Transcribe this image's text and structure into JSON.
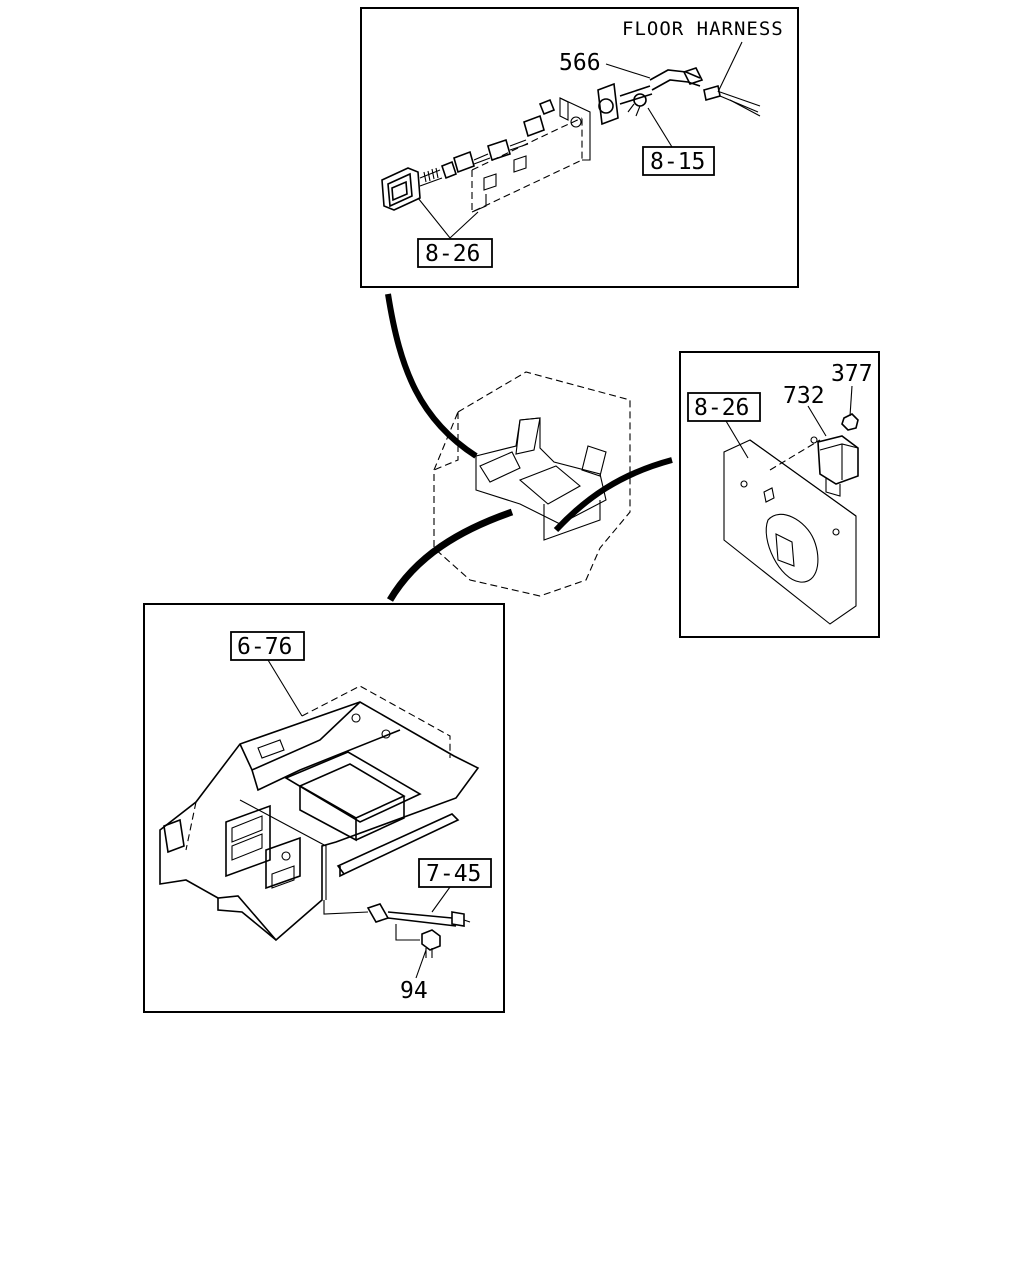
{
  "top_inset": {
    "caption": "FLOOR HARNESS",
    "part_566": "566",
    "ref_8_15": "8-15",
    "ref_8_26": "8-26"
  },
  "right_inset": {
    "part_377": "377",
    "part_732": "732",
    "ref_8_26": "8-26"
  },
  "bottom_inset": {
    "ref_6_76": "6-76",
    "ref_7_45": "7-45",
    "part_94": "94"
  }
}
